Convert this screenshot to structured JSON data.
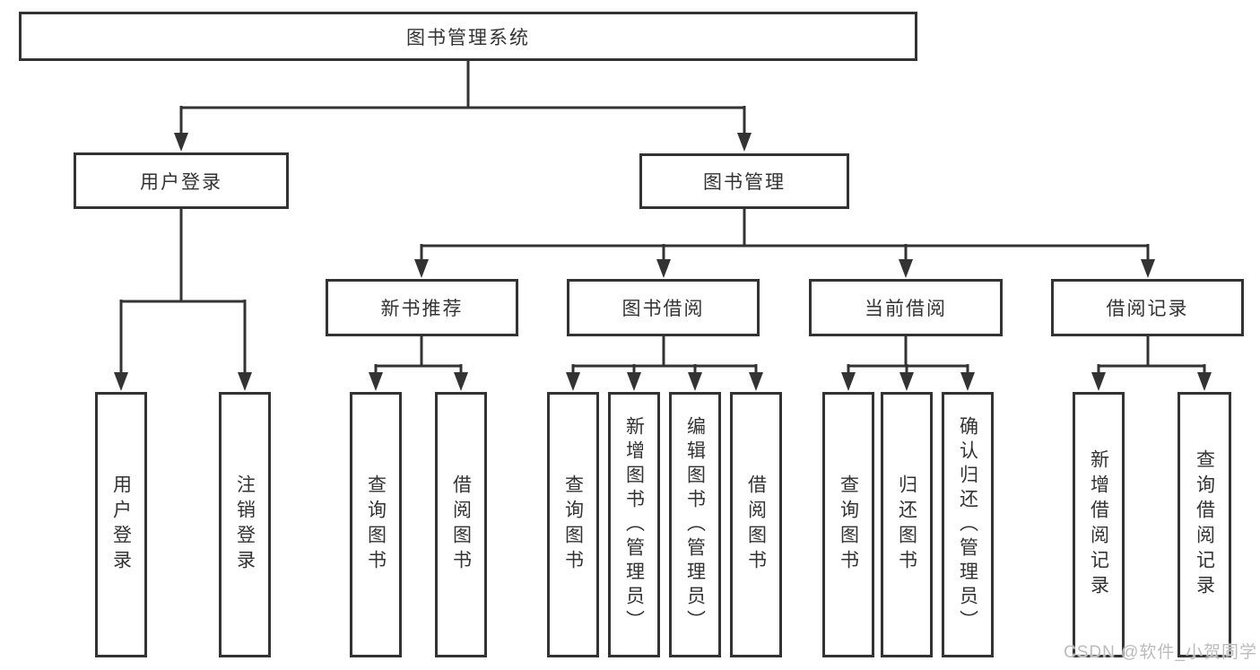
{
  "diagram": {
    "root": {
      "label": "图书管理系统"
    },
    "level2": [
      {
        "label": "用户登录"
      },
      {
        "label": "图书管理"
      }
    ],
    "level3": [
      {
        "label": "新书推荐"
      },
      {
        "label": "图书借阅"
      },
      {
        "label": "当前借阅"
      },
      {
        "label": "借阅记录"
      }
    ],
    "leaves": {
      "login": [
        "用户登录",
        "注销登录"
      ],
      "recommend": [
        "查询图书",
        "借阅图书"
      ],
      "borrow": [
        "查询图书",
        "新增图书（管理员）",
        "编辑图书（管理员）",
        "借阅图书"
      ],
      "current": [
        "查询图书",
        "归还图书",
        "确认归还（管理员）"
      ],
      "records": [
        "新增借阅记录",
        "查询借阅记录"
      ]
    }
  },
  "watermark": {
    "text": "CSDN @软件_小贺同学"
  },
  "colors": {
    "line": "#333333",
    "text": "#333333",
    "background": "#ffffff",
    "watermark": "#bcbcbc"
  }
}
